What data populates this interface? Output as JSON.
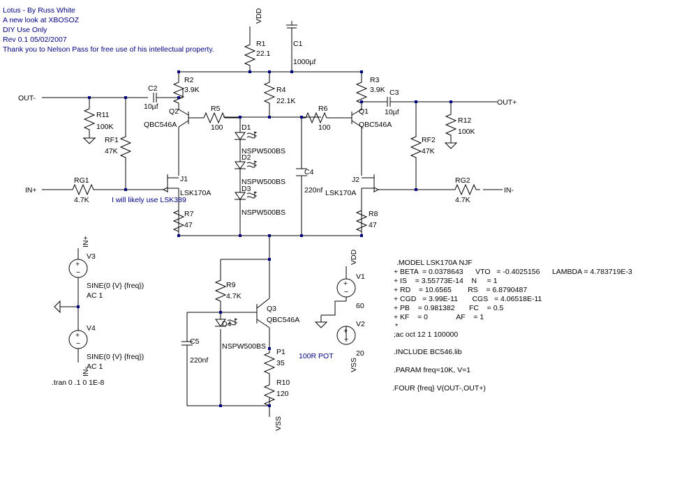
{
  "header": {
    "title": "Lotus - By Russ White",
    "line2": "A new look at XBOSOZ",
    "line3": "DIY Use Only",
    "line4": "Rev 0.1 05/02/2007",
    "line5": "Thank you to Nelson Pass for free use of his intellectual property."
  },
  "colors": {
    "wire": "#000000",
    "junction": "#000080",
    "annotation": "#000080"
  },
  "nets": {
    "vdd_top": "VDD",
    "vdd_v1": "VDD",
    "vss_v2": "VSS",
    "vss_bottom": "VSS",
    "out_minus": "OUT-",
    "out_plus": "OUT+",
    "in_plus": "IN+",
    "in_minus": "IN-",
    "in_plus_v3": "IN+",
    "in_minus_v4": "IN-"
  },
  "components": {
    "R1": {
      "name": "R1",
      "value": "22.1"
    },
    "C1": {
      "name": "C1",
      "value": "1000µf"
    },
    "R2": {
      "name": "R2",
      "value": "3.9K"
    },
    "R3": {
      "name": "R3",
      "value": "3.9K"
    },
    "R4": {
      "name": "R4",
      "value": "22.1K"
    },
    "C2": {
      "name": "C2",
      "value": "10µf"
    },
    "C3": {
      "name": "C3",
      "value": "10µf"
    },
    "R11": {
      "name": "R11",
      "value": "100K"
    },
    "R12": {
      "name": "R12",
      "value": "100K"
    },
    "Q2": {
      "name": "Q2",
      "value": "QBC546A"
    },
    "Q1": {
      "name": "Q1",
      "value": "QBC546A"
    },
    "Q3": {
      "name": "Q3",
      "value": "QBC546A"
    },
    "R5": {
      "name": "R5",
      "value": "100"
    },
    "R6": {
      "name": "R6",
      "value": "100"
    },
    "RF1": {
      "name": "RF1",
      "value": "47K"
    },
    "RF2": {
      "name": "RF2",
      "value": "47K"
    },
    "D1": {
      "name": "D1",
      "value": "NSPW500BS"
    },
    "D2": {
      "name": "D2",
      "value": "NSPW500BS"
    },
    "D3": {
      "name": "D3",
      "value": "NSPW500BS"
    },
    "D4": {
      "name": "D4",
      "value": "NSPW500BS"
    },
    "C4": {
      "name": "C4",
      "value": "220nf"
    },
    "C5": {
      "name": "C5",
      "value": "220nf"
    },
    "J1": {
      "name": "J1",
      "value": "LSK170A"
    },
    "J2": {
      "name": "J2",
      "value": "LSK170A"
    },
    "RG1": {
      "name": "RG1",
      "value": "4.7K"
    },
    "RG2": {
      "name": "RG2",
      "value": "4.7K"
    },
    "R7": {
      "name": "R7",
      "value": "47"
    },
    "R8": {
      "name": "R8",
      "value": "47"
    },
    "R9": {
      "name": "R9",
      "value": "4.7K"
    },
    "R10": {
      "name": "R10",
      "value": "120"
    },
    "P1": {
      "name": "P1",
      "value": "35"
    },
    "V1": {
      "name": "V1",
      "value": "60"
    },
    "V2": {
      "name": "V2",
      "value": "20"
    },
    "V3": {
      "name": "V3",
      "value": "SINE(0 {V} {freq})",
      "ac": "AC 1"
    },
    "V4": {
      "name": "V4",
      "value": "SINE(0 {V} {freq})",
      "ac": "AC 1"
    }
  },
  "notes": {
    "lsk389": "I will likely use LSK389",
    "pot": "100R POT"
  },
  "spice": {
    "model": [
      ".MODEL LSK170A NJF",
      "+ BETA  = 0.0378643      VTO   = -0.4025156      LAMBDA = 4.783719E-3",
      "+ IS    = 3.55773E-14    N     = 1",
      "+ RD    = 10.6565        RS    = 6.8790487",
      "+ CGD   = 3.99E-11       CGS   = 4.06518E-11",
      "+ PB    = 0.981382       FC    = 0.5",
      "+ KF    = 0              AF    = 1",
      "*"
    ],
    "ac": ";ac oct 12 1 100000",
    "include": ".INCLUDE BC546.lib",
    "param": ".PARAM freq=10K, V=1",
    "four": ".FOUR {freq} V(OUT-,OUT+)",
    "tran": ".tran 0 .1 0 1E-8"
  }
}
